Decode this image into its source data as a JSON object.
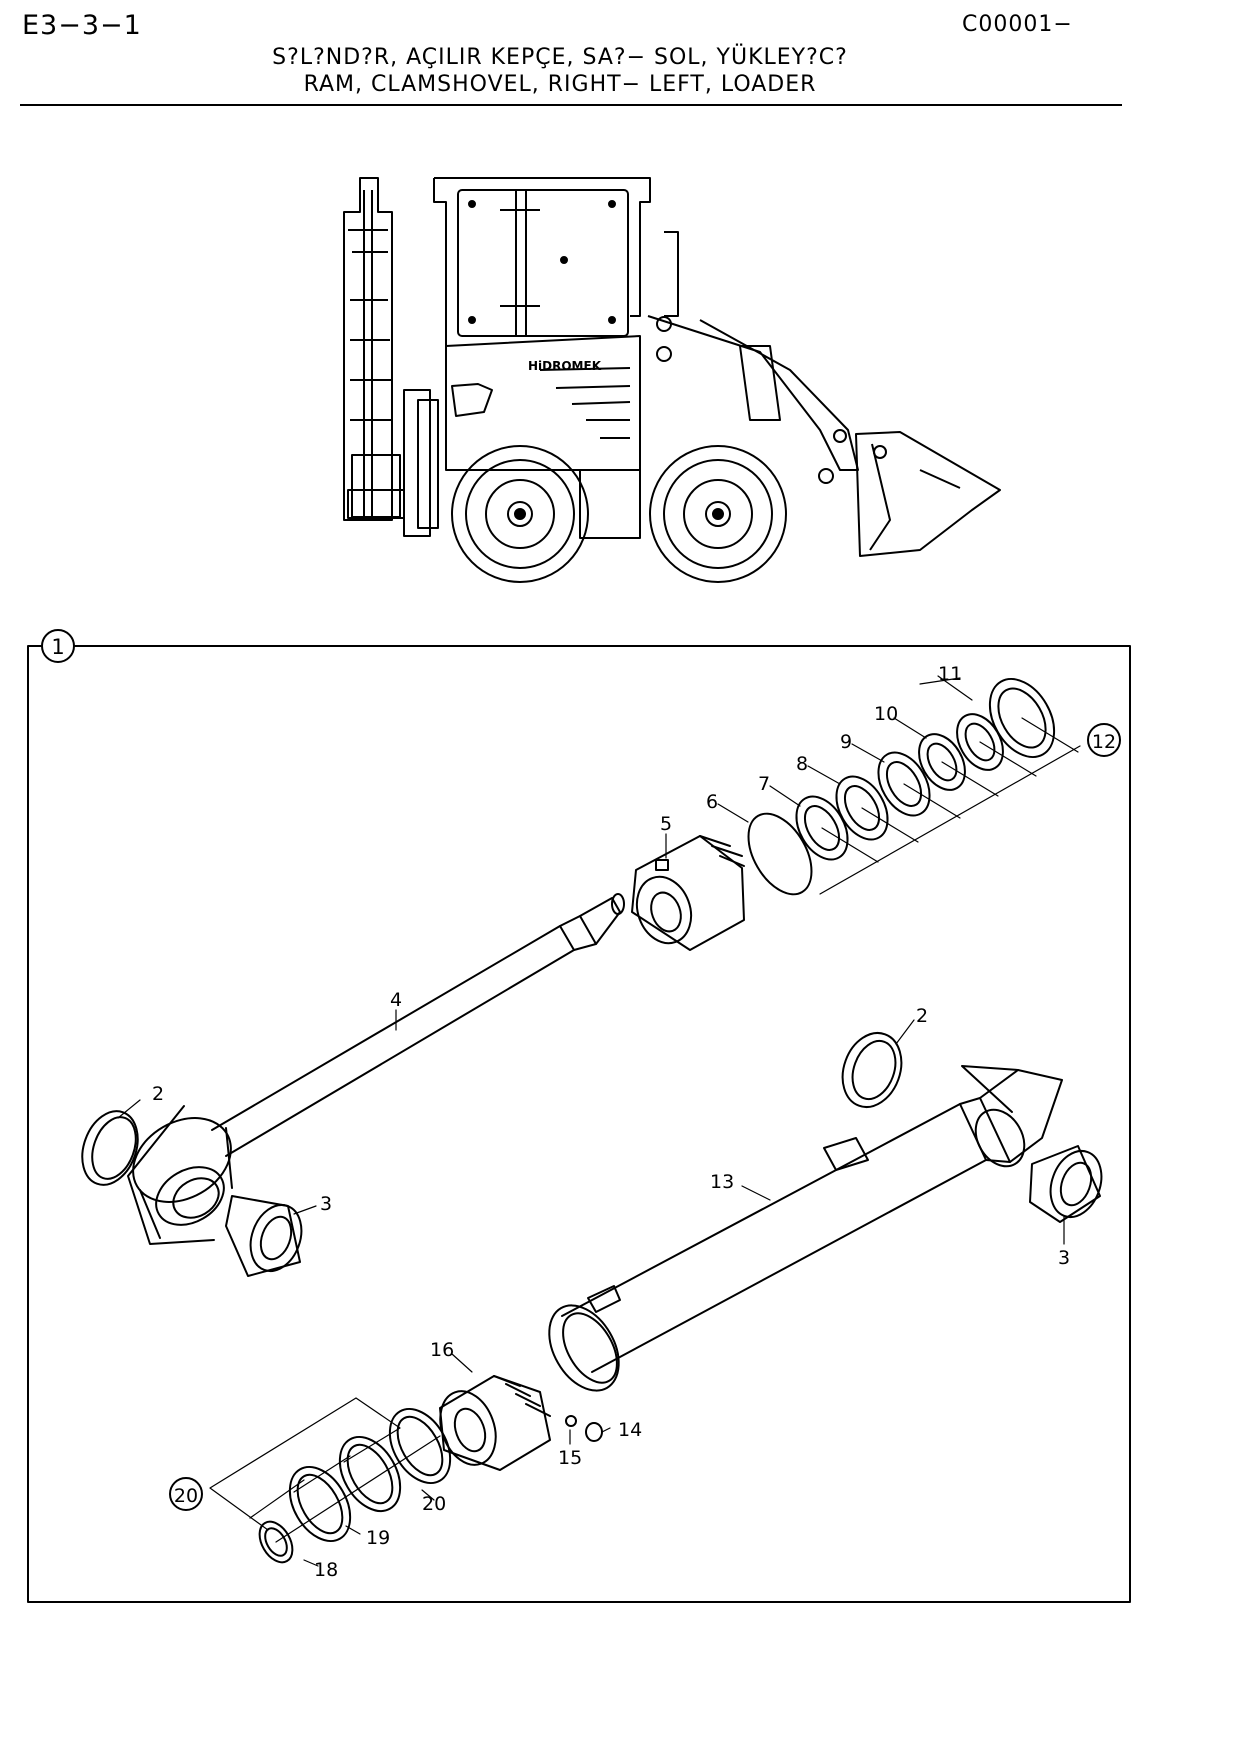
{
  "header": {
    "page_code": "E3−3−1",
    "doc_code": "C00001−",
    "title_tr": "S?L?ND?R, AÇILIR KEPÇE, SA?− SOL, YÜKLEY?C?",
    "title_en": "RAM, CLAMSHOVEL, RIGHT− LEFT, LOADER"
  },
  "machine": {
    "brand": "HiDROMEK"
  },
  "assembly": {
    "callout": "1",
    "kit_callouts": [
      "12",
      "20"
    ],
    "labels": {
      "p2a": "2",
      "p2b": "2",
      "p3a": "3",
      "p3b": "3",
      "p4": "4",
      "p5": "5",
      "p6": "6",
      "p7": "7",
      "p8": "8",
      "p9": "9",
      "p10": "10",
      "p11": "11",
      "p13": "13",
      "p14": "14",
      "p15": "15",
      "p16": "16",
      "p18": "18",
      "p19": "19",
      "p20": "20"
    }
  }
}
